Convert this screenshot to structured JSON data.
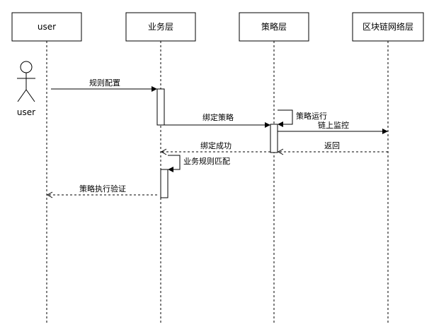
{
  "participants": [
    {
      "label": "user"
    },
    {
      "label": "业务层"
    },
    {
      "label": "策略层"
    },
    {
      "label": "区块链网络层"
    }
  ],
  "actor": {
    "label": "user"
  },
  "messages": [
    {
      "label": "规则配置"
    },
    {
      "label": "绑定策略"
    },
    {
      "label": "策略运行"
    },
    {
      "label": "链上监控"
    },
    {
      "label": "绑定成功"
    },
    {
      "label": "返回"
    },
    {
      "label": "业务规则匹配"
    },
    {
      "label": "策略执行验证"
    }
  ],
  "colors": {
    "stroke": "#000000",
    "background": "#ffffff"
  }
}
